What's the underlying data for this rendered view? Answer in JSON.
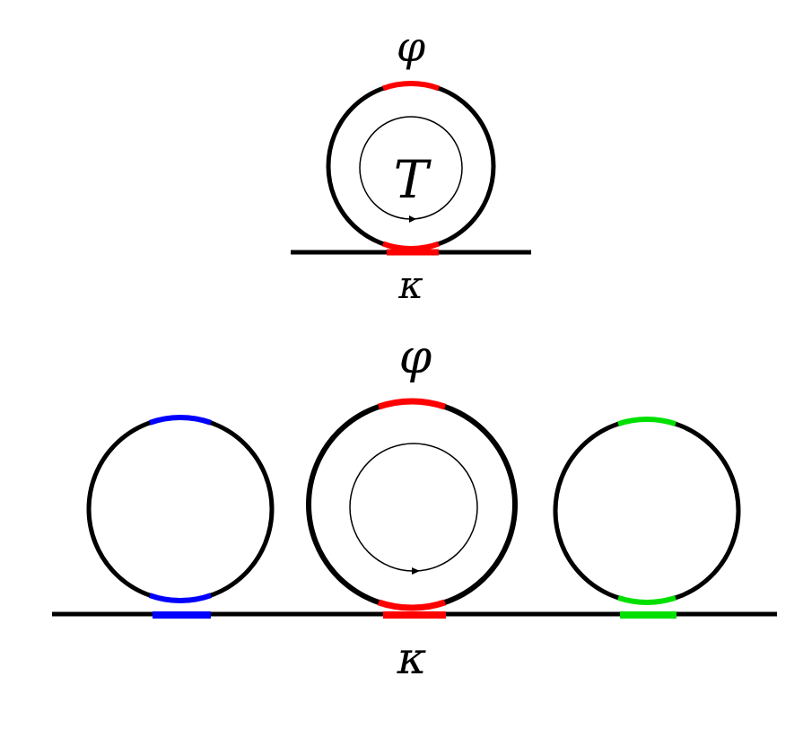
{
  "top": {
    "phase_label": "φ",
    "coupling_label": "κ",
    "center_label": "T",
    "ring_accent": "#ff0000"
  },
  "bottom": {
    "phase_label": "φ",
    "coupling_label": "κ",
    "ring_colors": {
      "left": "#0000ff",
      "center": "#ff0000",
      "right": "#00e000"
    }
  },
  "colors": {
    "stroke": "#000000",
    "background": "#ffffff"
  }
}
